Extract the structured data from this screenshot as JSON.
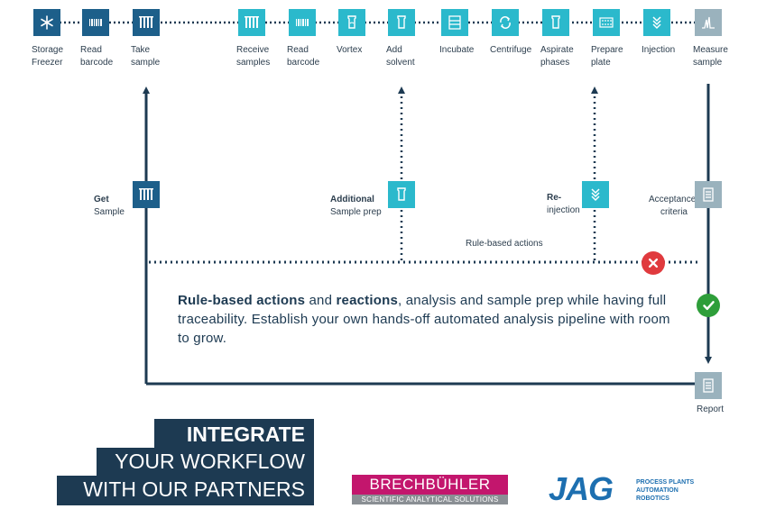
{
  "top_steps": [
    {
      "id": "storage-freezer",
      "label": "Storage\nFreezer",
      "icon": "snowflake-icon",
      "style": "dark"
    },
    {
      "id": "read-barcode-1",
      "label": "Read\nbarcode",
      "icon": "barcode-icon",
      "style": "dark"
    },
    {
      "id": "take-sample",
      "label": "Take\nsample",
      "icon": "test-tubes-icon",
      "style": "dark"
    },
    {
      "id": "receive-samples",
      "label": "Receive\nsamples",
      "icon": "test-tubes-icon",
      "style": "teal"
    },
    {
      "id": "read-barcode-2",
      "label": "Read\nbarcode",
      "icon": "barcode-icon",
      "style": "teal"
    },
    {
      "id": "vortex",
      "label": "Vortex",
      "icon": "vortex-icon",
      "style": "teal"
    },
    {
      "id": "add-solvent",
      "label": "Add\nsolvent",
      "icon": "beaker-icon",
      "style": "teal"
    },
    {
      "id": "incubate",
      "label": "Incubate",
      "icon": "incubator-icon",
      "style": "teal"
    },
    {
      "id": "centrifuge",
      "label": "Centrifuge",
      "icon": "centrifuge-icon",
      "style": "teal"
    },
    {
      "id": "aspirate-phases",
      "label": "Aspirate\nphases",
      "icon": "beaker-icon",
      "style": "teal"
    },
    {
      "id": "prepare-plate",
      "label": "Prepare\nplate",
      "icon": "well-plate-icon",
      "style": "teal"
    },
    {
      "id": "injection",
      "label": "Injection",
      "icon": "chevrons-down-icon",
      "style": "teal"
    },
    {
      "id": "measure-sample",
      "label": "Measure\nsample",
      "icon": "spectrum-icon",
      "style": "gray"
    }
  ],
  "side_steps": {
    "get_sample": {
      "bold": "Get",
      "text": "Sample",
      "icon": "test-tubes-icon"
    },
    "additional_prep": {
      "bold": "Additional",
      "text": "Sample prep",
      "icon": "beaker-icon"
    },
    "reinjection": {
      "bold": "Re-",
      "text": "injection",
      "icon": "chevrons-down-icon"
    },
    "acceptance": {
      "bold": "",
      "text": "Acceptance\ncriteria",
      "icon": "document-icon"
    },
    "report": {
      "text": "Report",
      "icon": "document-icon"
    }
  },
  "rule_based_label": "Rule-based actions",
  "main_text": {
    "part1_bold": "Rule-based actions",
    "part2": " and ",
    "part3_bold": "reactions",
    "part4": ", analysis and sample prep while having full traceability. Establish your own hands-off automated analysis pipeline with room to grow."
  },
  "banner": {
    "line1": "INTEGRATE",
    "line2": "YOUR WORKFLOW",
    "line3": "WITH OUR PARTNERS"
  },
  "logos": {
    "brechbuhler_name": "BRECHBÜHLER",
    "brechbuhler_tagline": "SCIENTIFIC ANALYTICAL SOLUTIONS",
    "jag_name": "JAG",
    "jag_tagline": "PROCESS PLANTS\nAUTOMATION\nROBOTICS"
  },
  "colors": {
    "dark_blue": "#1d5f8a",
    "teal": "#2bb9cc",
    "gray": "#9ab2bd",
    "navy": "#1d3a52",
    "reject_red": "#e03a3e",
    "accept_green": "#2e9e3a",
    "brechbuhler_magenta": "#c3166d",
    "jag_blue": "#1d6fb0"
  }
}
